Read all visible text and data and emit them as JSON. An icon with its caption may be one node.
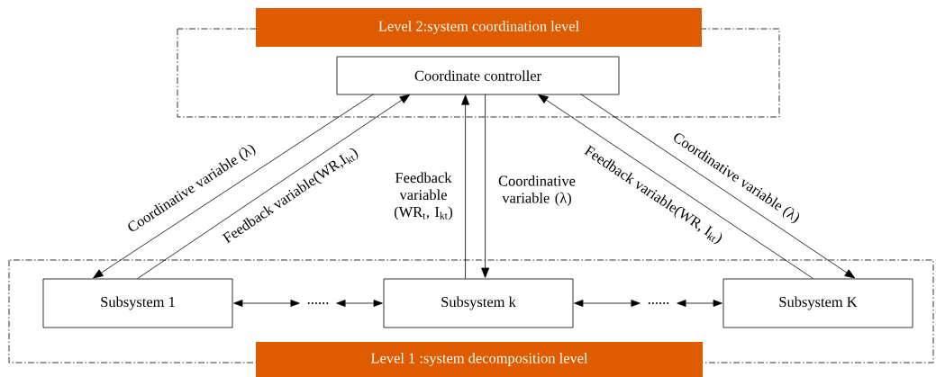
{
  "diagram": {
    "nodes": [
      {
        "text": [
          "Level 2:system coordination level"
        ]
      },
      {
        "text": [
          "Coordinate controller"
        ],
        "in": 0
      },
      {
        "text": [
          "Level 1 :system decomposition level"
        ]
      },
      {
        "text": [
          "Subsystem 1"
        ],
        "in": 2
      },
      {
        "text": [
          "......"
        ],
        "in": 2
      },
      {
        "text": [
          "Subsystem k"
        ],
        "in": 2
      },
      {
        "text": [
          "......"
        ],
        "in": 2
      },
      {
        "text": [
          "Subsystem K"
        ],
        "in": 2
      }
    ],
    "edges": [
      {
        "from": 1,
        "to": 3,
        "arrow": "to",
        "label": "Coordinative variable (λ)"
      },
      {
        "from": 3,
        "to": 1,
        "arrow": "to",
        "label": "Feedback variable(WR,I$_{kt}$)"
      },
      {
        "from": 5,
        "to": 1,
        "arrow": "to",
        "label": "Feedback variable (WR$_{t}$, I$_{kt}$)"
      },
      {
        "from": 1,
        "to": 5,
        "arrow": "to",
        "label": "Coordinative variable (λ)"
      },
      {
        "from": 7,
        "to": 1,
        "arrow": "to",
        "label": "Feedback variable(WR, I$_{kt}$)"
      },
      {
        "from": 1,
        "to": 7,
        "arrow": "to",
        "label": "Coordinative variable (λ)"
      },
      {
        "from": 3,
        "to": 4,
        "arrow": "both"
      },
      {
        "from": 4,
        "to": 5,
        "arrow": "both"
      },
      {
        "from": 5,
        "to": 6,
        "arrow": "both"
      },
      {
        "from": 6,
        "to": 7,
        "arrow": "both"
      }
    ]
  }
}
